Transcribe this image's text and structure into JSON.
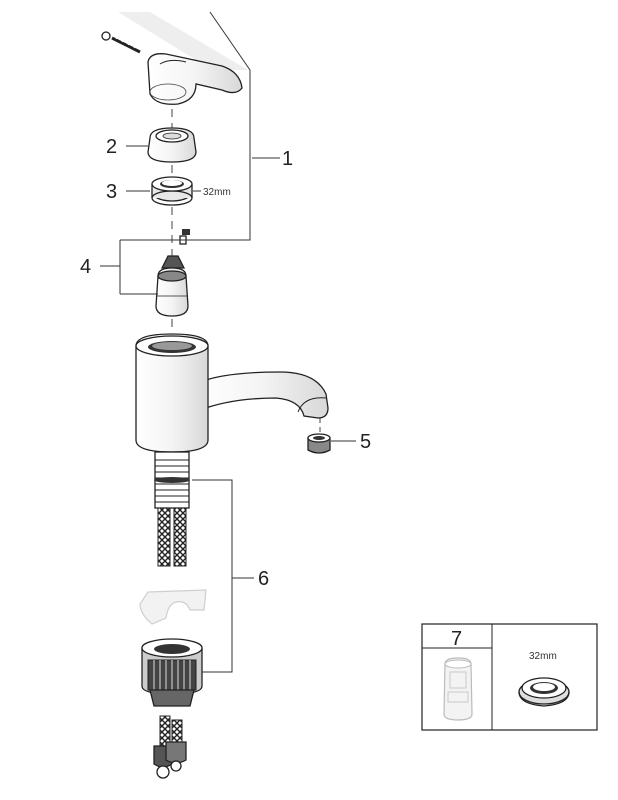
{
  "callouts": {
    "c1": "1",
    "c2": "2",
    "c3": "3",
    "c4": "4",
    "c5": "5",
    "c6": "6",
    "c7": "7"
  },
  "dimensions": {
    "nut_size": "32mm",
    "box_nut_size": "32mm"
  }
}
